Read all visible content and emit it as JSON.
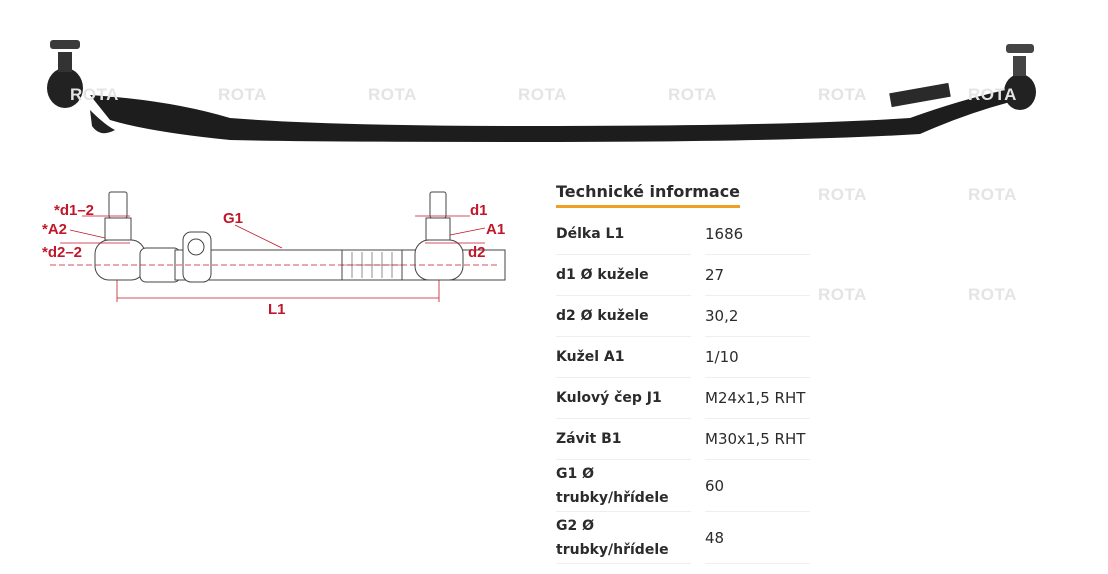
{
  "watermark": "ROTA",
  "product_image": {
    "alt": "tie-rod-photo"
  },
  "diagram": {
    "labels": {
      "d1_2": "*d1–2",
      "a2": "*A2",
      "d2_2": "*d2–2",
      "g1": "G1",
      "d1": "d1",
      "a1": "A1",
      "d2": "d2",
      "l1": "L1"
    },
    "accent": "#c0182b"
  },
  "tech_info": {
    "title": "Technické informace",
    "accent": "#f0a020",
    "rows": [
      {
        "label": "Délka L1",
        "value": "1686"
      },
      {
        "label": "d1 Ø kužele",
        "value": "27"
      },
      {
        "label": "d2 Ø kužele",
        "value": "30,2"
      },
      {
        "label": "Kužel A1",
        "value": "1/10"
      },
      {
        "label": "Kulový čep J1",
        "value": "M24x1,5 RHT"
      },
      {
        "label": "Závit B1",
        "value": "M30x1,5 RHT"
      },
      {
        "label": "G1 Ø trubky/hřídele",
        "value": "60"
      },
      {
        "label": "G2 Ø trubky/hřídele",
        "value": "48"
      }
    ]
  }
}
